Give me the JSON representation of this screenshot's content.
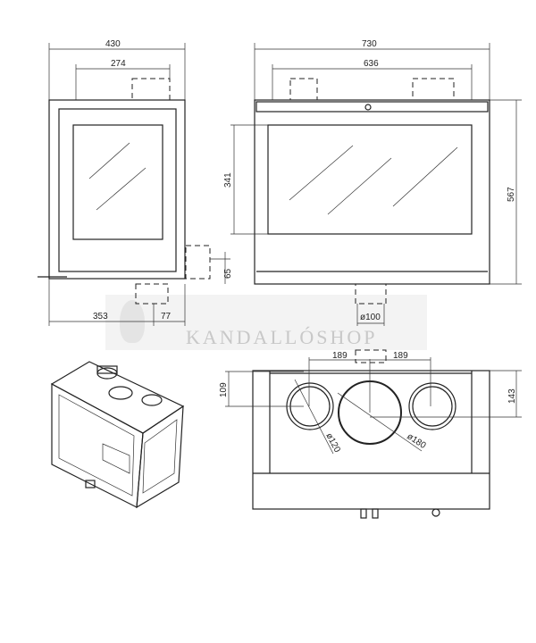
{
  "drawing": {
    "left_view": {
      "width": "430",
      "inner_width": "274",
      "depth": "353",
      "offset": "77",
      "bottom": "65"
    },
    "front_view": {
      "width": "730",
      "inner_width": "636",
      "glass_height": "341",
      "height": "567",
      "flue_bottom": "ø100"
    },
    "top_view": {
      "spacing_left": "189",
      "spacing_right": "189",
      "left_offset": "109",
      "right_offset": "143",
      "small_flue": "ø120",
      "large_flue": "ø180"
    },
    "watermark": "KANDALLÓSHOP"
  }
}
